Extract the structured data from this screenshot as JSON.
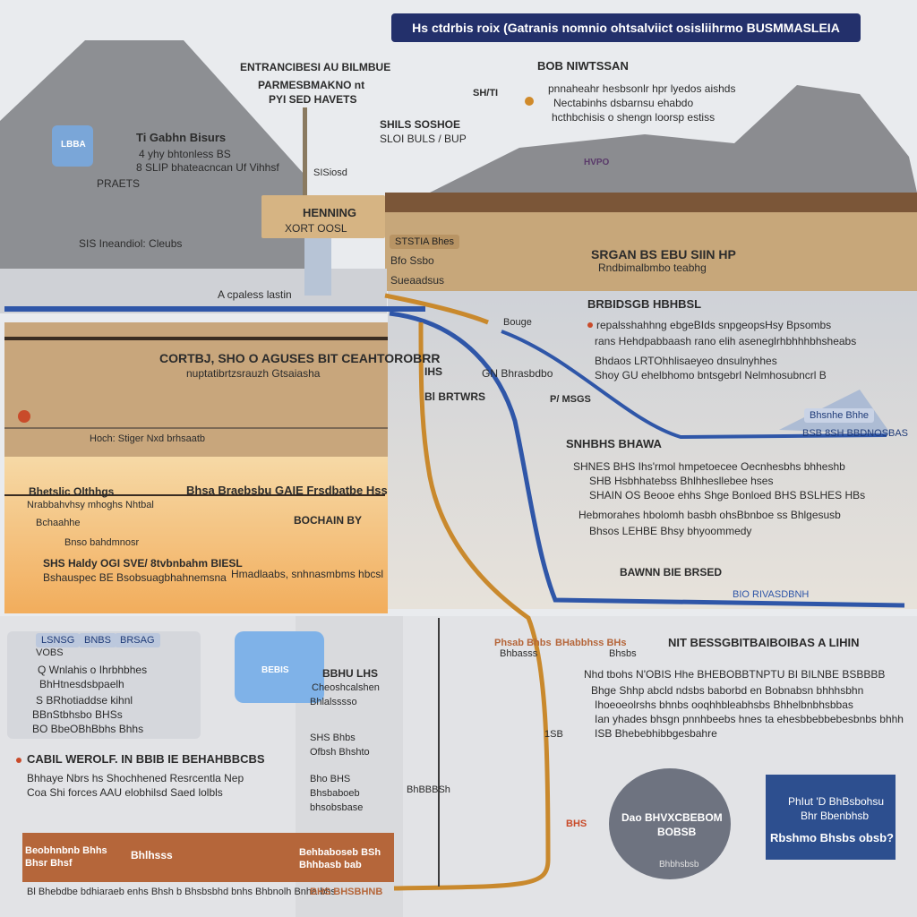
{
  "header": {
    "title": "Hs ctdrbis roix (Gatranis nomnio ohtsalviict osisliihrmo BUSMMASLEIA"
  },
  "colors": {
    "banner": "#23306b",
    "pipe_blue": "#2f56a8",
    "pipe_orange": "#c9892d",
    "earth": "#b49060",
    "accent_red": "#c94b2a"
  },
  "top_left": {
    "callout1": "ENTRANCIBESI AU BILMBUE",
    "callout2": "PARMESBMAKNO nt",
    "callout3": "PYI SED HAVETS",
    "icon_label": "LBBA",
    "ab_title": "Ti Gabhn Bisurs",
    "ab_line1": "4 yhy bhtonless BS",
    "ab_line2": "8 SLIP bhateacncan Uf Vihhsf",
    "ab_line3": "PRAETS",
    "strata": "SIS Ineandiol: Cleubs",
    "silicon": "SISiosd",
    "tower_label1": "HENNING",
    "tower_label2": "XORT OOSL",
    "aquifer": "A cpaless lastin"
  },
  "top_center": {
    "note1": "SHILS SOSHOE",
    "note2": "SLOI BULS / BUP",
    "right_title": "BOB NIWTSSAN",
    "small_label": "SH/TI",
    "r_line1": "pnnaheahr hesbsonlr hpr lyedos aishds",
    "r_line2": "Nectabinhs dsbarnsu ehabdo",
    "r_line3": "hcthbchisis o shengn loorsp estiss",
    "plant": "HVPO"
  },
  "mid_left": {
    "heading": "CORTBJ, SHO O AGUSES BIT CEAHTOROBRR",
    "sub": "nuptatibrtzsrauzh Gtsaiasha",
    "pipe_note": "Hoch: Stiger  Nxd brhsaatb",
    "orange_left1": "Bhetslic Olthhgs",
    "orange_left2": "Nrabbahvhsy mhoghs Nhtbal",
    "orange_left3": "Bchaahhe",
    "orange_title": "Bhsa Braebsbu GAIE Frsdbatbe Hss",
    "orange_line1": "BOCHAIN BY",
    "orange_line2": "Bnso bahdmnosr",
    "orange_line3": "SHS Haldy OGI SVE/ 8tvbnbahm BIESL",
    "orange_line4": "Bshauspec BE Bsobsuagbhahnemsna",
    "orange_line5": "Hmadlaabs, snhnasmbms hbcsl"
  },
  "mid_right": {
    "tag1": "STSTIA Bhes",
    "tag2": "Bfo Ssbo",
    "tag3": "Sueaadsus",
    "big_title": "SRGAN BS EBU SIIN HP",
    "big_sub": "Rndbimalbmbo teabhg",
    "section_title": "BRBIDSGB HBHBSL",
    "s_line1": "repalsshahhng ebgeBIds  snpgeopsHsy Bpsombs",
    "s_line2": "rans Hehdpabbaash rano elih  aseneglrhbhhhbhsheabs",
    "s_line3": "Bhdaos LRTOhhlisaeyeo dnsulnyhhes",
    "s_line4": "Shoy GU ehelbhomo bntsgebrl Nelmhosubncrl B",
    "wells_tag": "P/ MSGS",
    "pipe_tags": [
      "Bouge",
      "IHS",
      "Bl BRTWRS",
      "GN Bhrasbdbo"
    ],
    "sub_title": "SNHBHS BHAWA",
    "sub_line1": "SHNES BHS Ihs'rmol hmpetoecee Oecnhesbhs bhheshb",
    "sub_line2": "SHB Hsbhhatebss  Bhlhhesllebee hses",
    "sub_line3": "SHAIN OS Beooe ehhs  Shge Bonloed BHS  BSLHES HBs",
    "sub_line4": "Hebmorahes hbolomh basbh ohsBbnboe ss Bhlgesusb",
    "sub_line5": "Bhsos LEHBE Bhsy bhyoommedy",
    "outlet_tag": "Bhsnhe  Bhhe",
    "outlet_sub": "BSB 8SH BBDNOSBAS",
    "baseline": "BAWNN BIE BRSED",
    "baseline_right": "BIO RIVASDBNH"
  },
  "bottom_left": {
    "badge1": "LSNSG",
    "badge2": "BNBS",
    "badge3": "BRSAG",
    "badge_sub": "VOBS",
    "card_line1": "Q Wnlahis o Ihrbhbhes",
    "card_line2": "BhHtnesdsbpaelh",
    "card_line3": "S BRhotiaddse kihnl",
    "card_line4": "BBnStbhsbo BHSs",
    "card_line5": "BO BbeOBhBbhs Bhhs",
    "glass_label": "BEBIS",
    "glass_title": "BBHU LHS",
    "glass_sub1": "Cheoshcalshen",
    "glass_sub2": "Bhlalsssso",
    "alert_title": "CABIL WEROLF. IN BBIB IE BEHAHBBCBS",
    "alert_line1": "Bhhaye  Nbrs hs Shochhened Resrcentla Nep",
    "alert_line2": "Coa Shi forces AAU elobhilsd Saed lolbls",
    "mid_labels": [
      "SHS Bhbs",
      "Ofbsh Bhshto",
      "Bho BHS",
      "Bhsbaboeb",
      "bhsobsbase",
      "BhBBBSh"
    ],
    "strip_left1": "Beobhnbnb Bhhs",
    "strip_left2": "Bhsr Bhsf",
    "strip_mid": "Bhlhsss",
    "strip_right1": "Behbaboseb BSh",
    "strip_right2": "Bhhbasb bab",
    "footer_note": "Bl Bhebdbe bdhiaraeb enhs Bhsh b Bhsbsbhd bnhs Bhbnolh Bnha bhs",
    "footer_tag": "BHS BHSBHNB"
  },
  "bottom_right": {
    "tags": [
      "Phsab Bhbs",
      "Bhbasss",
      "BHabbhss BHs",
      "Bhsbs"
    ],
    "title": "NIT BESSGBITBAIBOIBAS A LIHIN",
    "line1": "Nhd tbohs N'OBIS Hhe BHEBOBBTNPTU BI BILNBE BSBBBB",
    "line2": "Bhge Shhp abcld ndsbs baborbd en Bobnabsn bhhhsbhn",
    "line3": "Ihoeoeolrshs bhnbs ooqhhbleabhsbs Bhhelbnbhsbbas",
    "line4": "Ian yhades bhsgn pnnhbeebs hnes ta ehesbbebbebesbnbs bhhh",
    "line5": "ISB  Bhebebhibbgesbahre",
    "tank_title": "Dao BHVXCBEBOM",
    "tank_sub": "BOBSB",
    "tank_foot": "Bhbhsbsb",
    "sign_line1": "PhIut 'D BhBsbohsu",
    "sign_line2": "Bhr Bbenbhsb",
    "sign_title": "Rbshmo Bhsbs obsb?",
    "marker": "BHS",
    "marker2": "1SB"
  }
}
